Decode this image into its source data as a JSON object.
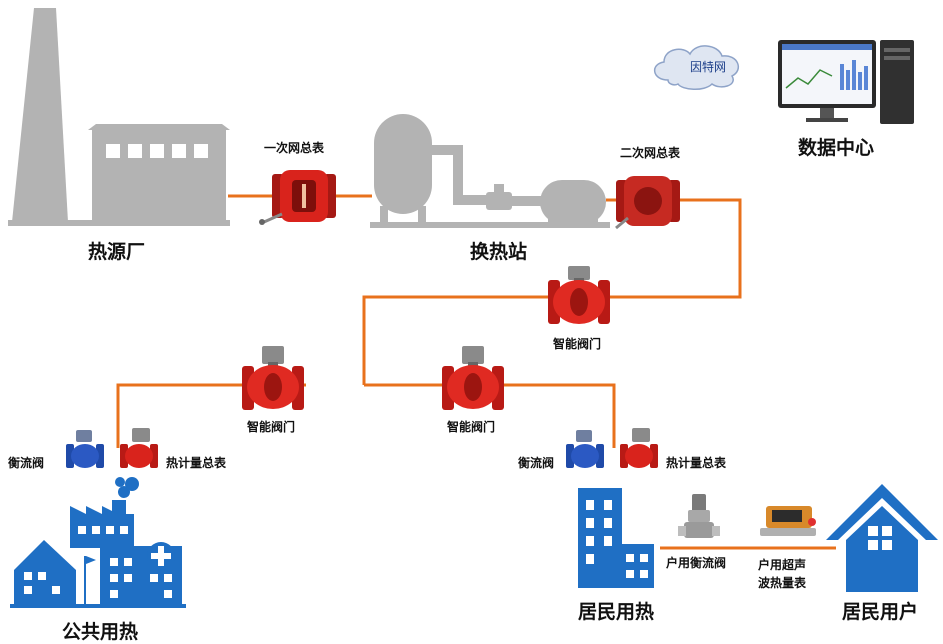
{
  "labels": {
    "heat_source": "热源厂",
    "exchange_station": "换热站",
    "data_center": "数据中心",
    "internet": "因特网",
    "primary_meter": "一次网总表",
    "secondary_meter": "二次网总表",
    "smart_valve_top": "智能阀门",
    "smart_valve_left": "智能阀门",
    "smart_valve_mid": "智能阀门",
    "balance_valve_left": "衡流阀",
    "heat_meter_left": "热计量总表",
    "balance_valve_right": "衡流阀",
    "heat_meter_right": "热计量总表",
    "public_heating": "公共用热",
    "residential_heating": "居民用热",
    "household_valve": "户用衡流阀",
    "household_meter_line1": "户用超声",
    "household_meter_line2": "波热量表",
    "residential_user": "居民用户"
  },
  "colors": {
    "pipe": "#e8711c",
    "gray": "#b3b3b3",
    "red_valve": "#d9231c",
    "blue_valve": "#2b59c3",
    "building_blue": "#1f6fc4"
  }
}
